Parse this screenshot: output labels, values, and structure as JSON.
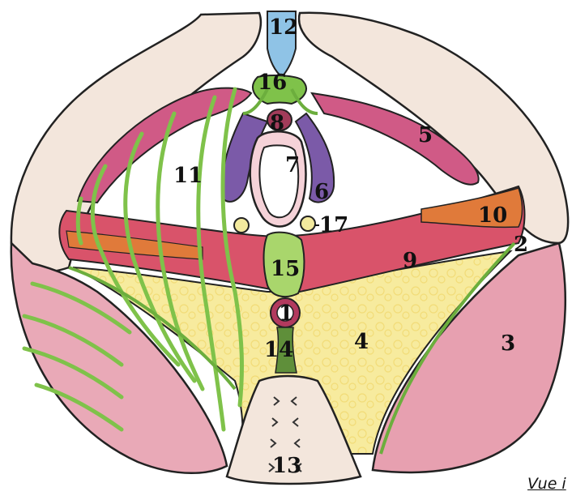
{
  "labels": {
    "l1": "1",
    "l2": "2",
    "l3": "3",
    "l4": "4",
    "l5": "5",
    "l6": "6",
    "l7": "7",
    "l8": "8",
    "l9": "9",
    "l10": "10",
    "l11": "11",
    "l12": "12",
    "l13": "13",
    "l14": "14",
    "l15": "15",
    "l16": "16",
    "l17": "17"
  },
  "caption": "Vue i",
  "colors": {
    "bone": "#f3e6dc",
    "muscle_red": "#d9536a",
    "muscle_pink": "#e7a3b3",
    "fascia_green": "#7fc24a",
    "fat_yellow": "#f6ea9b",
    "vein_blue": "#8fc3e6",
    "purple": "#7b5aa8",
    "orange": "#e07a3a"
  }
}
